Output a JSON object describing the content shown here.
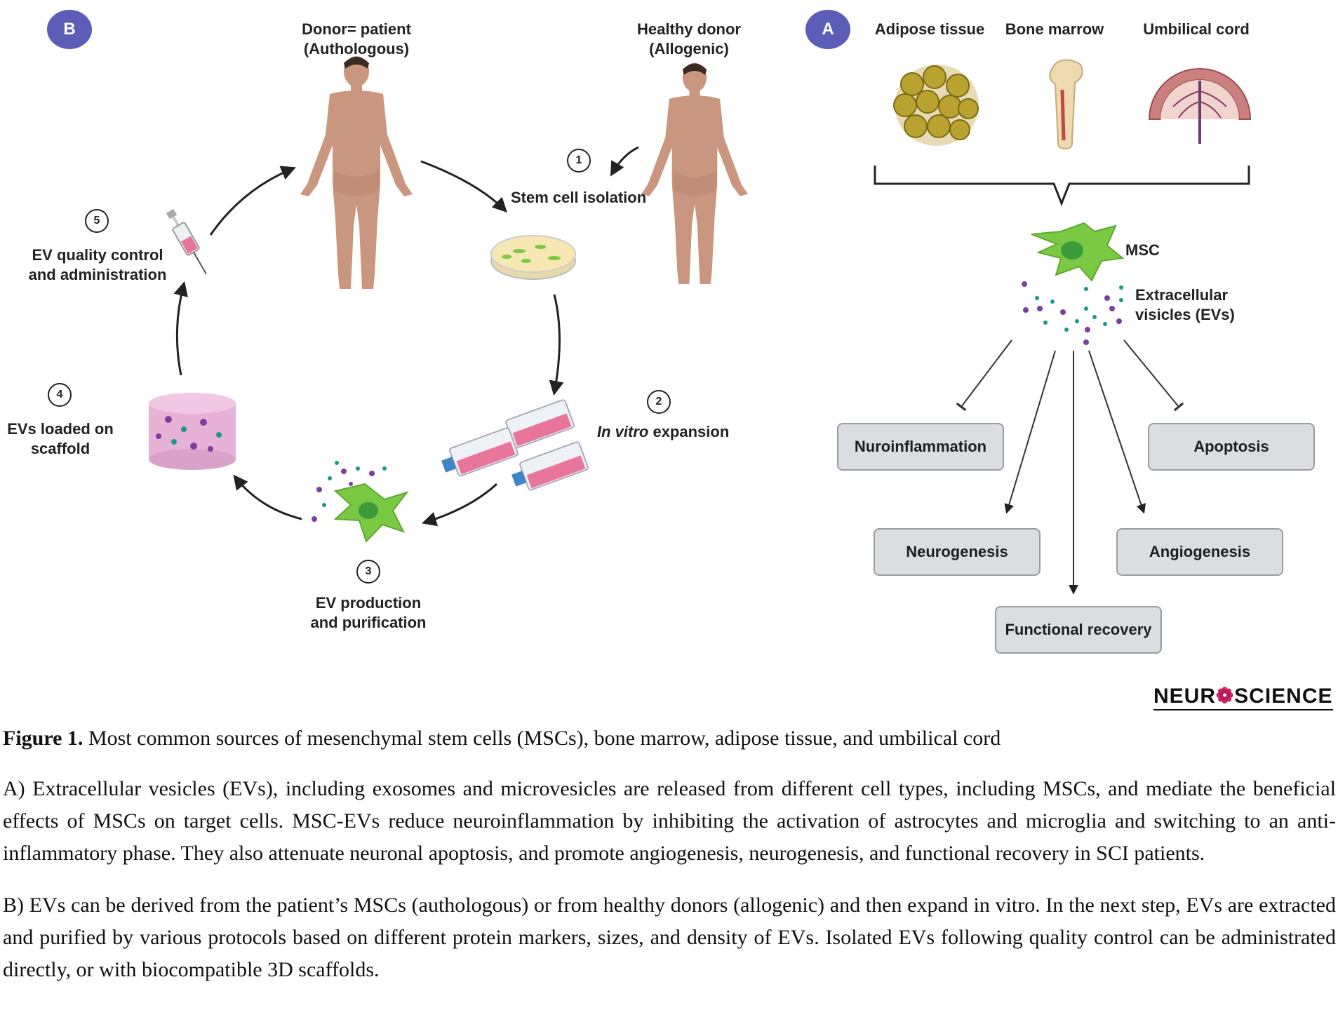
{
  "panel_b": {
    "badge": "B",
    "donor_patient": [
      "Donor= patient",
      "(Authologous)"
    ],
    "healthy_donor": [
      "Healthy donor",
      "(Allogenic)"
    ],
    "steps": [
      {
        "num": "1",
        "label": [
          "Stem cell isolation"
        ]
      },
      {
        "num": "2",
        "label_italic": "In vitro",
        "label_rest": " expansion"
      },
      {
        "num": "3",
        "label": [
          "EV production",
          "and purification"
        ]
      },
      {
        "num": "4",
        "label": [
          "EVs loaded on",
          "scaffold"
        ]
      },
      {
        "num": "5",
        "label": [
          "EV quality control",
          "and administration"
        ]
      }
    ]
  },
  "panel_a": {
    "badge": "A",
    "sources": [
      "Adipose tissue",
      "Bone marrow",
      "Umbilical cord"
    ],
    "msc_label": "MSC",
    "ev_label": [
      "Extracellular",
      "visicles (EVs)"
    ],
    "effects": {
      "neuroinflammation": "Nuroinflammation",
      "apoptosis": "Apoptosis",
      "neurogenesis": "Neurogenesis",
      "angiogenesis": "Angiogenesis",
      "functional_recovery": "Functional recovery"
    }
  },
  "logo": {
    "part1": "NEUR",
    "part2": "SCIENCE"
  },
  "caption": {
    "figure_label": "Figure 1.",
    "figure_title": " Most common sources of mesenchymal stem cells (MSCs), bone marrow, adipose tissue, and umbilical cord",
    "para_a": "A) Extracellular vesicles (EVs), including exosomes and microvesicles are released from different cell types, including MSCs, and mediate the beneficial effects of MSCs on target cells. MSC-EVs reduce neuroinflammation by inhibiting the activation of astrocytes and microglia and switching to an anti-inflammatory phase. They also attenuate neuronal apoptosis, and promote angiogenesis, neurogenesis, and functional recovery in SCI patients.",
    "para_b": "B) EVs can be derived from the patient’s MSCs (authologous) or from healthy donors (allogenic) and then expand in vitro. In the next step, EVs are extracted and purified by various protocols based on different protein markers, sizes, and density of EVs. Isolated EVs following quality control can be administrated directly, or with biocompatible 3D scaffolds."
  },
  "colors": {
    "badge": "#5b5db7",
    "msc_cell": "#7ac943",
    "ev_purple": "#7b3fa0",
    "ev_teal": "#1a9a84",
    "skin": "#c9977f",
    "flask_media": "#e8769a",
    "effect_box": "#dcdde0"
  }
}
